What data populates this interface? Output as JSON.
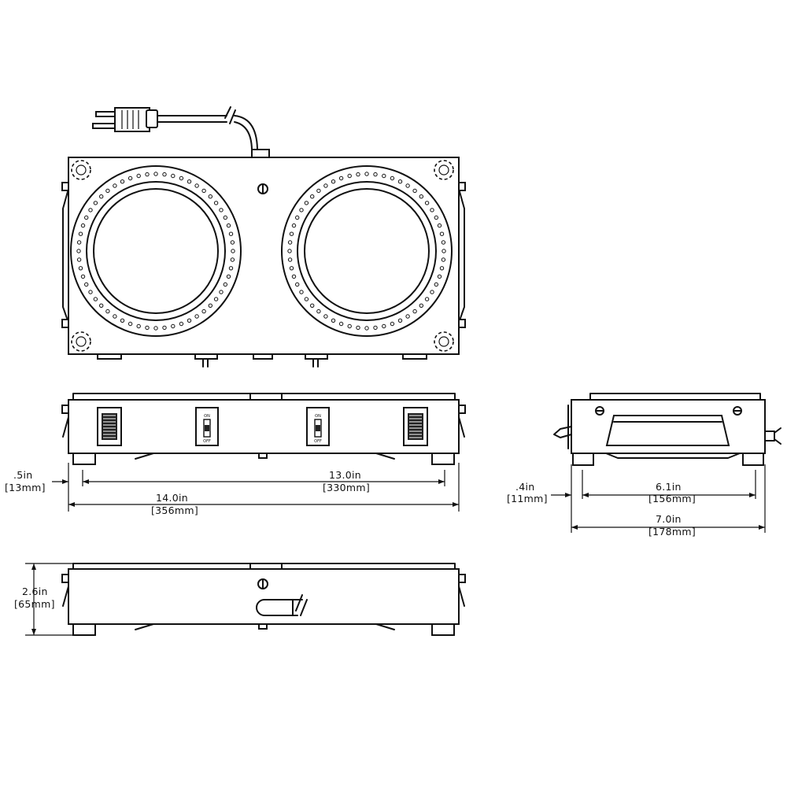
{
  "front_view": {
    "dim_leg_offset": {
      "in": ".5in",
      "mm": "[13mm]"
    },
    "dim_leg_span": {
      "in": "13.0in",
      "mm": "[330mm]"
    },
    "dim_overall_width": {
      "in": "14.0in",
      "mm": "[356mm]"
    },
    "switch_on": "ON",
    "switch_off": "OFF"
  },
  "side_view": {
    "dim_leg_offset": {
      "in": ".4in",
      "mm": "[11mm]"
    },
    "dim_leg_span": {
      "in": "6.1in",
      "mm": "[156mm]"
    },
    "dim_overall_depth": {
      "in": "7.0in",
      "mm": "[178mm]"
    }
  },
  "rear_view": {
    "dim_height": {
      "in": "2.6in",
      "mm": "[65mm]"
    }
  }
}
